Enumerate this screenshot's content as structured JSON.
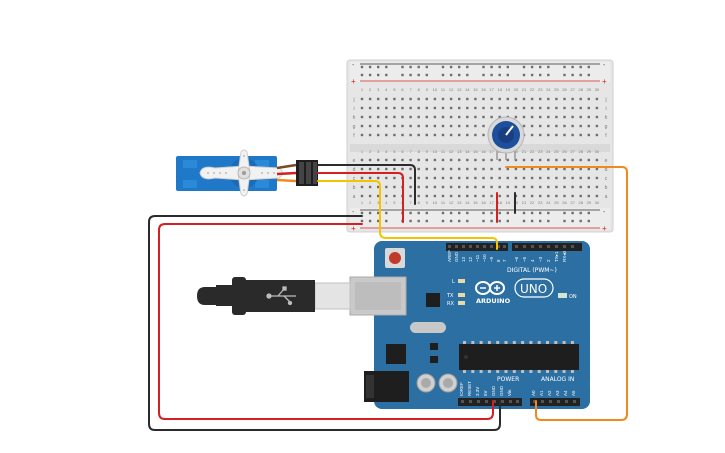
{
  "breadboard": {
    "row_numbers": [
      "1",
      "2",
      "3",
      "4",
      "5",
      "6",
      "7",
      "8",
      "9",
      "10",
      "11",
      "12",
      "13",
      "14",
      "15",
      "16",
      "17",
      "18",
      "19",
      "20",
      "21",
      "22",
      "23",
      "24",
      "25",
      "26",
      "27",
      "28",
      "29",
      "30"
    ],
    "top_letters": [
      "j",
      "i",
      "h",
      "g",
      "f"
    ],
    "bottom_letters": [
      "e",
      "d",
      "c",
      "b",
      "a"
    ],
    "rail_plus": "+",
    "rail_minus": "-"
  },
  "arduino": {
    "brand": "ARDUINO",
    "model": "UNO",
    "digital_label": "DIGITAL (PWM~)",
    "power_label": "POWER",
    "analog_label": "ANALOG IN",
    "on_label": "ON",
    "l_label": "L",
    "tx_label": "TX",
    "rx_label": "RX",
    "top_pins": [
      "AREF",
      "GND",
      "13",
      "12",
      "~11",
      "~10",
      "~9",
      "8",
      "7",
      "~6",
      "~5",
      "4",
      "~3",
      "2",
      "TX▸1",
      "RX◂0"
    ],
    "power_pins": [
      "IOREF",
      "RESET",
      "3.3V",
      "5V",
      "GND",
      "GND",
      "Vin"
    ],
    "analog_pins": [
      "A0",
      "A1",
      "A2",
      "A3",
      "A4",
      "A5"
    ]
  },
  "colors": {
    "wire_black": "#2b2b2b",
    "wire_red": "#d42020",
    "wire_yellow": "#f5c400",
    "wire_orange": "#f08a1c",
    "board_blue": "#2c6fa3",
    "servo_blue": "#1f78c8",
    "pot_blue": "#1c4f9c"
  },
  "icons": [
    "usb-cable-icon",
    "servo-motor-icon",
    "potentiometer-icon",
    "arduino-logo-icon"
  ]
}
